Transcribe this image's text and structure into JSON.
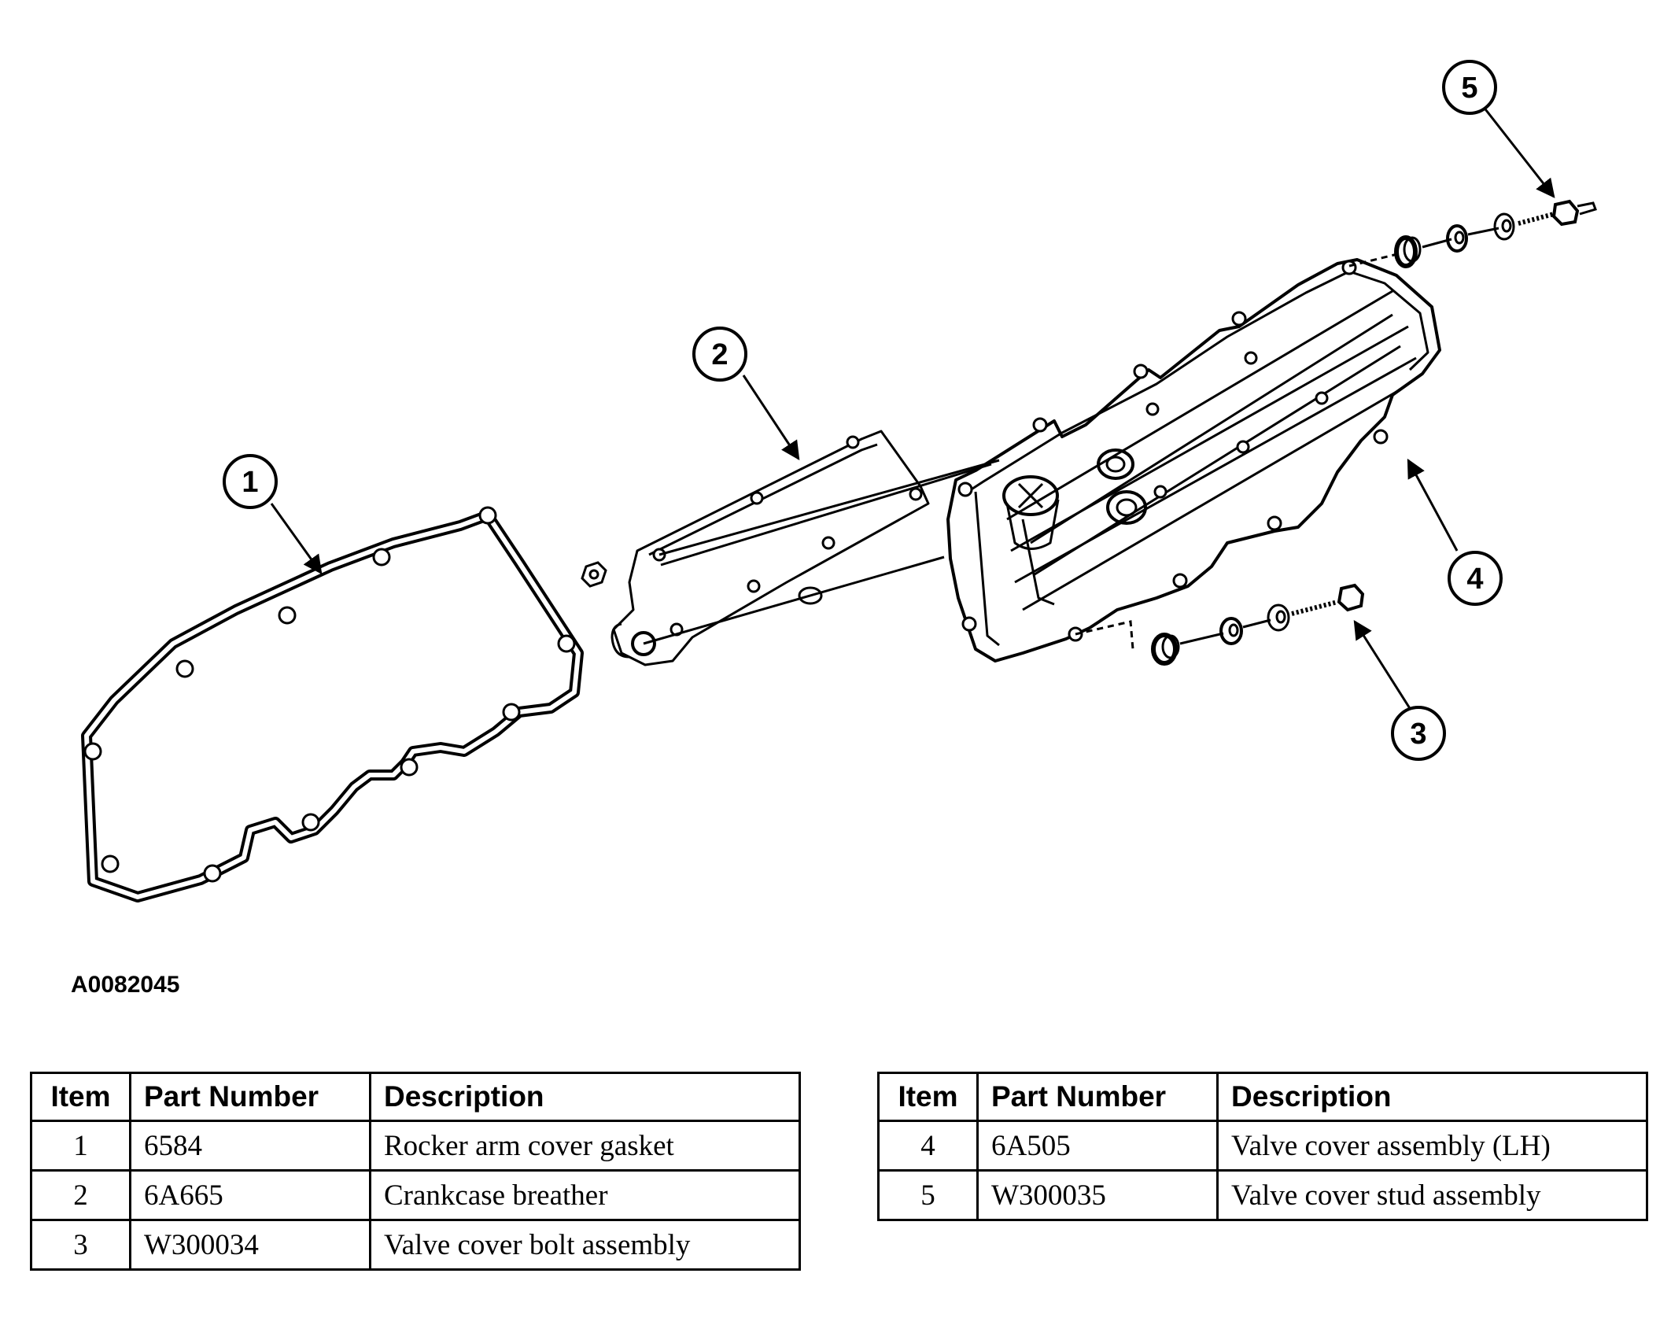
{
  "figure_id": "A0082045",
  "callouts": [
    "1",
    "2",
    "3",
    "4",
    "5"
  ],
  "tables": [
    {
      "headers": [
        "Item",
        "Part Number",
        "Description"
      ],
      "rows": [
        {
          "item": "1",
          "part_number": "6584",
          "description": "Rocker arm cover gasket"
        },
        {
          "item": "2",
          "part_number": "6A665",
          "description": "Crankcase breather"
        },
        {
          "item": "3",
          "part_number": "W300034",
          "description": "Valve cover bolt assembly"
        }
      ]
    },
    {
      "headers": [
        "Item",
        "Part Number",
        "Description"
      ],
      "rows": [
        {
          "item": "4",
          "part_number": "6A505",
          "description": "Valve cover assembly (LH)"
        },
        {
          "item": "5",
          "part_number": "W300035",
          "description": "Valve cover stud assembly"
        }
      ]
    }
  ]
}
